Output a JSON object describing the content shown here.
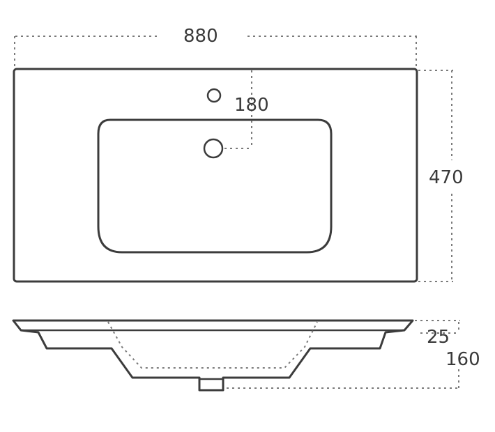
{
  "dimensions": {
    "width": "880",
    "depth": "470",
    "tap_hole_offset": "180",
    "rim_height": "25",
    "total_height": "160"
  }
}
